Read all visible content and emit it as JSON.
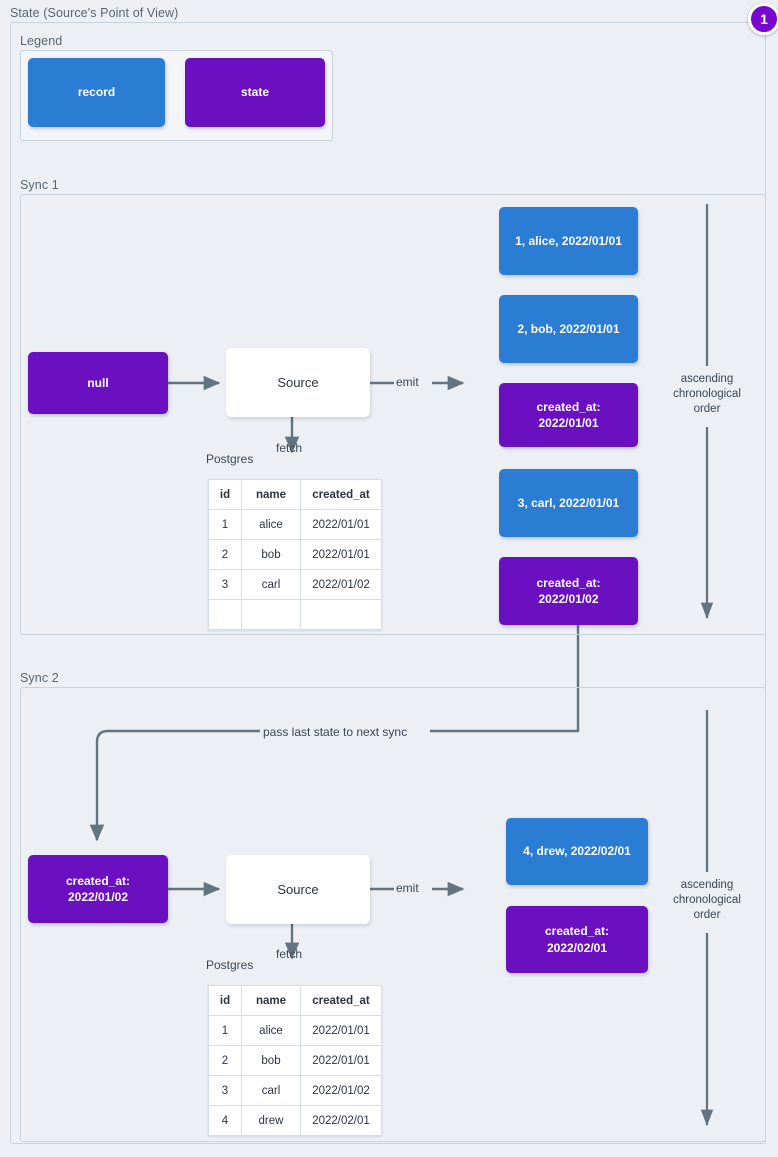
{
  "page": {
    "title": "State (Source's Point of View)",
    "badge": "1",
    "colors": {
      "record": "#2b7cd3",
      "state": "#6b10c0",
      "background": "#eceff4",
      "frame_border": "#c9d3de",
      "wire": "#63737f",
      "badge": "#7808d0"
    }
  },
  "legend": {
    "title": "Legend",
    "items": [
      {
        "label": "record",
        "kind": "record"
      },
      {
        "label": "state",
        "kind": "state"
      }
    ]
  },
  "syncs": [
    {
      "title": "Sync 1",
      "input_state": {
        "label": "null",
        "kind": "state"
      },
      "source": {
        "label": "Source"
      },
      "fetch_label": "fetch",
      "db_label": "Postgres",
      "emit_label": "emit",
      "order_note": "ascending\nchronological\norder",
      "order_note_line1": "ascending",
      "order_note_line2": "chronological",
      "order_note_line3": "order",
      "table": {
        "columns": [
          "id",
          "name",
          "created_at"
        ],
        "rows": [
          [
            "1",
            "alice",
            "2022/01/01"
          ],
          [
            "2",
            "bob",
            "2022/01/01"
          ],
          [
            "3",
            "carl",
            "2022/01/02"
          ],
          [
            "",
            "",
            ""
          ]
        ]
      },
      "emitted": [
        {
          "kind": "record",
          "label": "1, alice, 2022/01/01"
        },
        {
          "kind": "record",
          "label": "2, bob, 2022/01/01"
        },
        {
          "kind": "state",
          "line1": "created_at:",
          "line2": "2022/01/01"
        },
        {
          "kind": "record",
          "label": "3, carl, 2022/01/01"
        },
        {
          "kind": "state",
          "line1": "created_at:",
          "line2": "2022/01/02"
        }
      ]
    },
    {
      "title": "Sync 2",
      "input_state": {
        "kind": "state",
        "line1": "created_at:",
        "line2": "2022/01/02"
      },
      "source": {
        "label": "Source"
      },
      "fetch_label": "fetch",
      "db_label": "Postgres",
      "emit_label": "emit",
      "order_note_line1": "ascending",
      "order_note_line2": "chronological",
      "order_note_line3": "order",
      "table": {
        "columns": [
          "id",
          "name",
          "created_at"
        ],
        "rows": [
          [
            "1",
            "alice",
            "2022/01/01"
          ],
          [
            "2",
            "bob",
            "2022/01/01"
          ],
          [
            "3",
            "carl",
            "2022/01/02"
          ],
          [
            "4",
            "drew",
            "2022/02/01"
          ]
        ]
      },
      "emitted": [
        {
          "kind": "record",
          "label": "4, drew, 2022/02/01"
        },
        {
          "kind": "state",
          "line1": "created_at:",
          "line2": "2022/02/01"
        }
      ]
    }
  ],
  "connector": {
    "pass_state_label": "pass last state to next sync"
  }
}
